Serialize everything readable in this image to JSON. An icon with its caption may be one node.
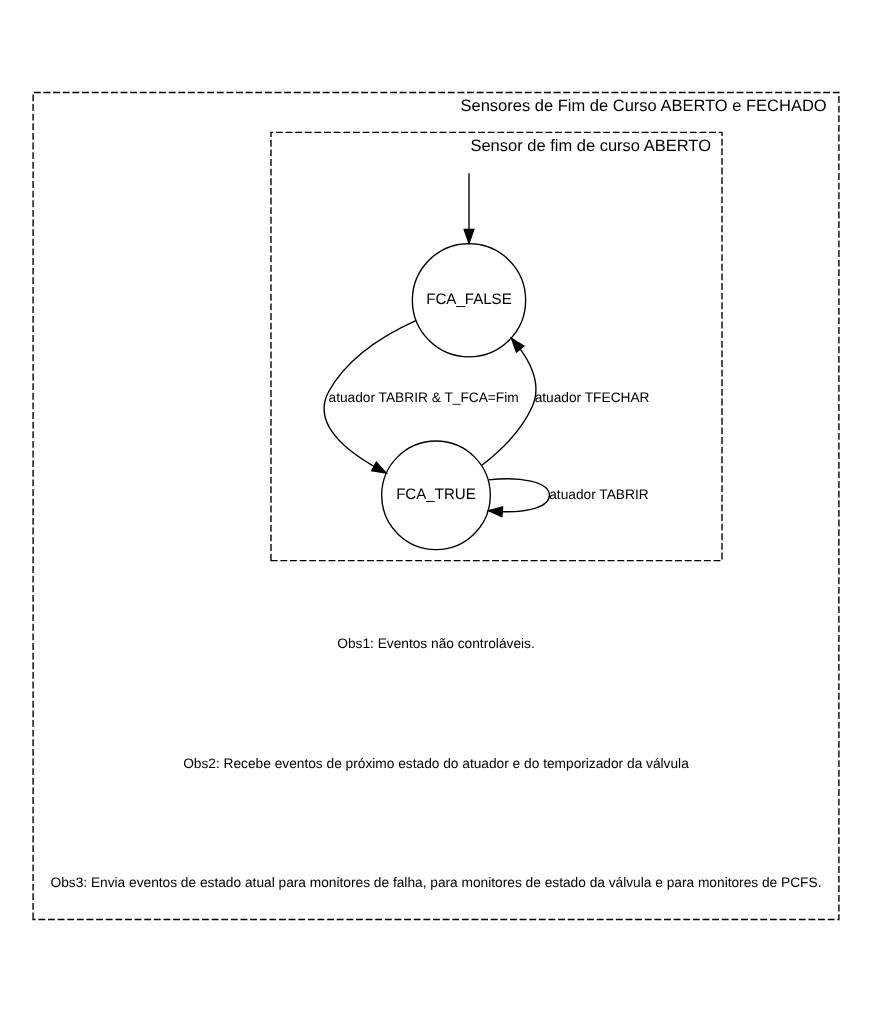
{
  "diagram": {
    "nodes": [
      {
        "text": [
          "Sensores de Fim de Curso ABERTO e FECHADO"
        ]
      },
      {
        "text": [
          "Sensor de fim de curso ABERTO"
        ],
        "in": 0
      },
      {
        "text": [
          "FCA_FALSE"
        ],
        "in": 1
      },
      {
        "text": [
          "FCA_TRUE"
        ],
        "in": 1
      }
    ],
    "edges": [
      {
        "from": null,
        "to": 2,
        "arrow": "to"
      },
      {
        "from": 3,
        "to": 2,
        "arrow": "to",
        "label": "atuador TFECHAR"
      },
      {
        "from": 2,
        "to": 3,
        "arrow": "to",
        "label": "atuador TABRIR & T_FCA=Fim"
      },
      {
        "from": 3,
        "to": 3,
        "arrow": "to",
        "label": "atuador TABRIR"
      }
    ],
    "labels": [
      "Obs1: Eventos não controláveis.",
      "Obs2: Recebe eventos de próximo estado do atuador e do temporizador da válvula",
      "Obs3: Envia eventos de estado atual para monitores de falha, para monitores de estado da válvula e para monitores de PCFS."
    ]
  }
}
